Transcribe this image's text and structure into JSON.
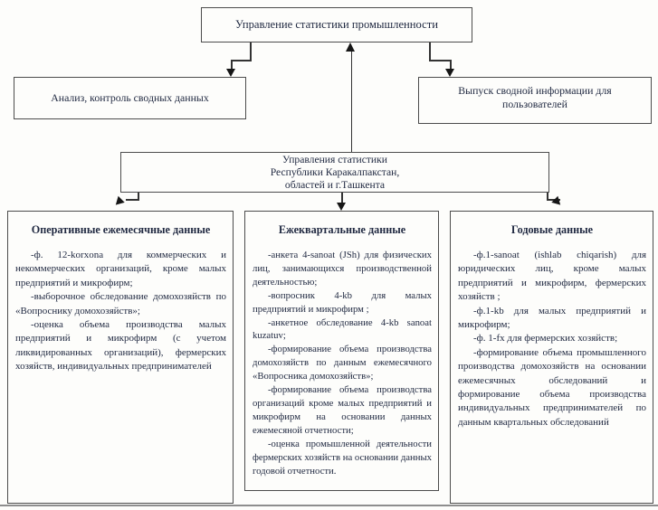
{
  "colors": {
    "ink": "#1f2840",
    "border": "#4c4c4c",
    "arrow": "#161616",
    "page_bg": "#fdfdfb",
    "scan_line": "#8e8e8e"
  },
  "diagram": {
    "root": {
      "label": "Управление статистики промышленности"
    },
    "branch_left": {
      "label": "Анализ, контроль сводных данных"
    },
    "branch_right": {
      "label": "Выпуск сводной информации для пользователей"
    },
    "regional": {
      "line1": "Управления статистики",
      "line2": "Республики Каракалпакстан,",
      "line3": "областей и г.Ташкента"
    },
    "monthly": {
      "title": "Оперативные ежемесячные данные",
      "items": [
        "-ф. 12-korxona для коммерческих и некоммерческих организаций, кроме малых предприятий и микрофирм;",
        "-выборочное обследование домохозяйств по «Вопроснику домохозяйств»;",
        "-оценка объема производства малых предприятий и микрофирм (с учетом ликвидированных организаций), фермерских хозяйств, индивидуальных предпринимателей"
      ]
    },
    "quarterly": {
      "title": "Ежеквартальные данные",
      "items": [
        "-анкета 4-sanoat (JSh) для физических лиц, занимающихся производственной деятельностью;",
        "-вопросник 4-kb для малых предприятий и микрофирм ;",
        "-анкетное обследование 4-kb sanoat kuzatuv;",
        "-формирование объема производства домохозяйств по данным ежемесячного «Вопросника домохозяйств»;",
        "-формирование объема производства организаций кроме малых предприятий и микрофирм на основании данных ежемесяной отчетности;",
        "-оценка промышленной деятельности фермерских хозяйств на основании данных годовой отчетности."
      ]
    },
    "annual": {
      "title": "Годовые данные",
      "items": [
        "-ф.1-sanoat (ishlab chiqarish) для юридических лиц, кроме малых предприятий и микрофирм, фермерских хозяйств ;",
        "-ф.1-kb для малых предприятий и микрофирм;",
        "-ф. 1-fx для фермерских хозяйств;",
        "-формирование объема промышленного производства домохозяйств на основании ежемесячных обследований и формирование объема производства индивидуальных предпринимателей по данным квартальных обследований"
      ]
    }
  }
}
